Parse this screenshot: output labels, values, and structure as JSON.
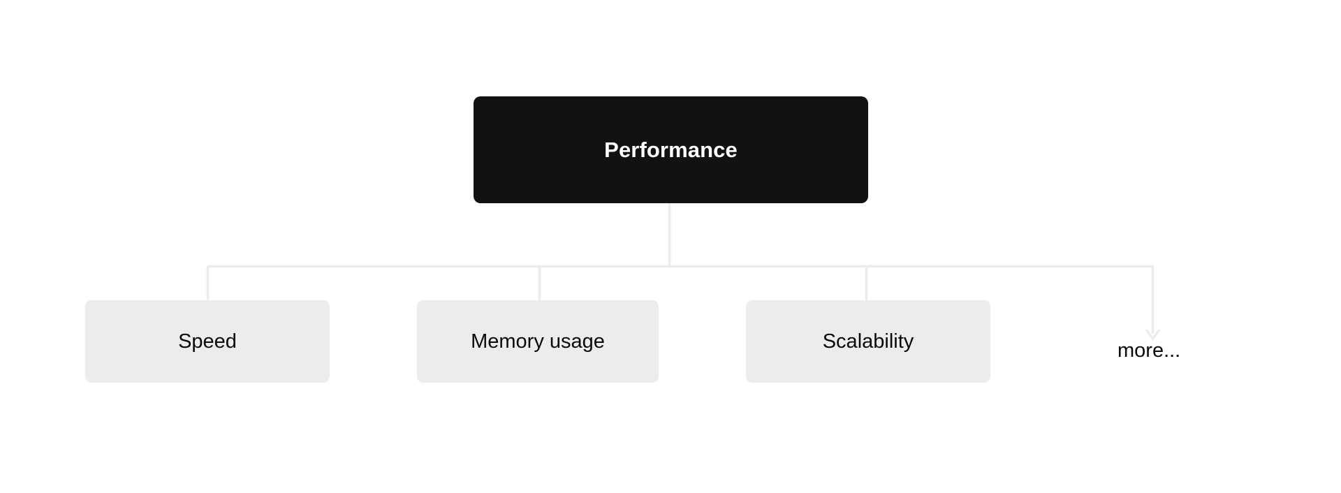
{
  "diagram": {
    "type": "mind-map",
    "background_color": "#ffffff",
    "connector_color": "#ececec",
    "root": {
      "label": "Performance",
      "background_color": "#121212",
      "text_color": "#ffffff"
    },
    "children": [
      {
        "label": "Speed",
        "background_color": "#ececec",
        "text_color": "#0a0a0a"
      },
      {
        "label": "Memory usage",
        "background_color": "#ececec",
        "text_color": "#0a0a0a"
      },
      {
        "label": "Scalability",
        "background_color": "#ececec",
        "text_color": "#0a0a0a"
      }
    ],
    "overflow": {
      "label": "more...",
      "text_color": "#0a0a0a"
    }
  }
}
